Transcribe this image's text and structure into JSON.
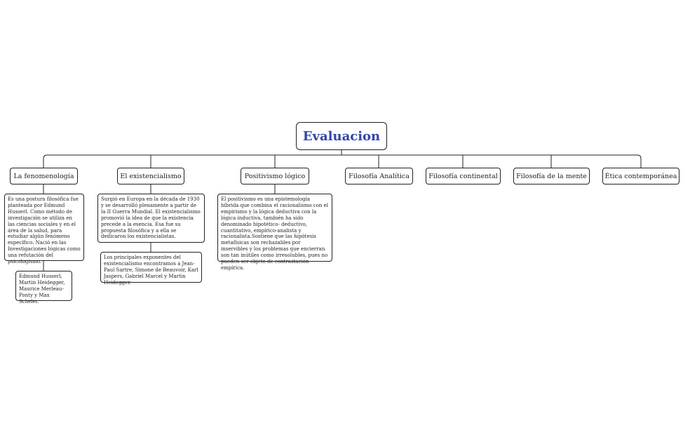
{
  "root": {
    "label": "Evaluacion",
    "color": "#3344aa"
  },
  "topics": [
    {
      "label": "La fenomenología",
      "notes": [
        " Es una postura filosófica fue planteada por Edmund Husserl. Como método de investigación se utiliza en las ciencias sociales y  en el área de la salud, para estudiar algún fenómeno específico.  Nació en las Investigaciones lógicas como una refutación del psicologismo.",
        "Edmund Husserl, Martin Heidegger, Maurice Merleau-Ponty y Max Scheler."
      ]
    },
    {
      "label": "El existencialismo",
      "notes": [
        " Surgió en Europa en la década de 1930 y se desarrolló plenamente a partir de la II Guerra Mundial.  El existencialismo promovió la idea de que la existencia precede a la esencia. Esa fue su propuesta filosófica y a ella se dedicaron los existencialistas.",
        "Los principales exponentes del existencialismo encontramos a Jean-Paul Sartre, Simone de Beauvoir, Karl Jaspers, Gabriel Marcel y Martin Heidegger."
      ]
    },
    {
      "label": "Positivismo lógico",
      "notes": [
        "El positivismo es una epistemología híbrida que combina el racionalismo con el empirismo y la lógica deductiva con la lógica inductiva, también ha sido denominado hipotético- deductivo, cuantitativo, empírico-analista y racionalista.Sostiene que las hipótesis metafísicas son rechazables por inservibles y los problemas que encierran son tan inútiles como irresolubles, pues no pueden ser objeto de contrastación empírica."
      ]
    },
    {
      "label": "Filosofía Analítica",
      "notes": []
    },
    {
      "label": "Filosofía continental",
      "notes": []
    },
    {
      "label": "Filosofía de la mente",
      "notes": []
    },
    {
      "label": "Ética contemporánea",
      "notes": []
    }
  ]
}
